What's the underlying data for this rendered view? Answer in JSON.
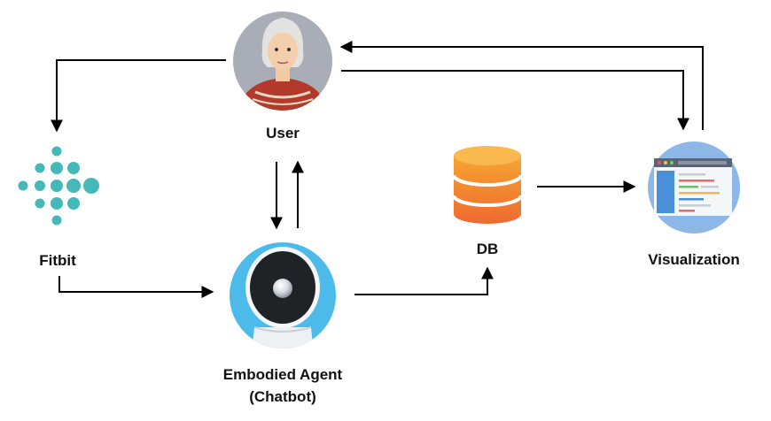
{
  "nodes": {
    "user": {
      "label": "User"
    },
    "fitbit": {
      "label": "Fitbit"
    },
    "db": {
      "label": "DB"
    },
    "visualization": {
      "label": "Visualization"
    },
    "agent": {
      "label_line1": "Embodied Agent",
      "label_line2": "(Chatbot)"
    }
  },
  "colors": {
    "user_circle": "#a9adb8",
    "fitbit_dots": "#45b8b9",
    "db_top": "#f7a531",
    "db_bottom": "#ee6a30",
    "visualization_circle": "#8db7e6",
    "agent_circle": "#4cbbe9",
    "arrows": "#000000"
  },
  "icons": {
    "user": "elderly-woman-avatar-icon",
    "fitbit": "fitbit-logo-icon",
    "db": "database-cylinder-icon",
    "visualization": "browser-window-code-icon",
    "agent": "robot-head-icon"
  }
}
